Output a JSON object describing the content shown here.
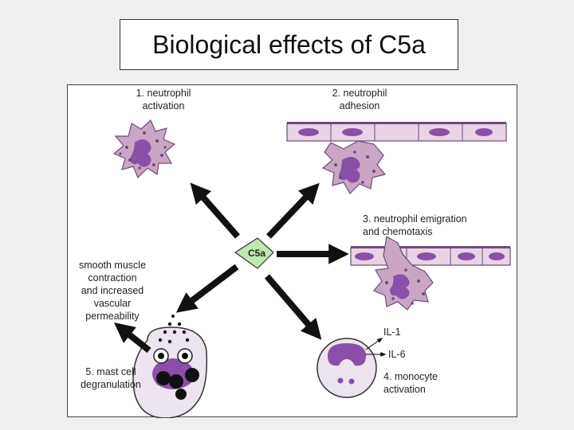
{
  "slide": {
    "title": "Biological effects of C5a"
  },
  "diagram": {
    "center_label": "C5a",
    "effects": {
      "e1_line1": "1. neutrophil",
      "e1_line2": "activation",
      "e2_line1": "2. neutrophil",
      "e2_line2": "adhesion",
      "e3_line1": "3. neutrophil emigration",
      "e3_line2": "and chemotaxis",
      "e4_line1": "4. monocyte",
      "e4_line2": "activation",
      "e5_line1": "5. mast cell",
      "e5_line2": "degranulation",
      "smooth_line1": "smooth muscle",
      "smooth_line2": "contraction",
      "smooth_line3": "and increased",
      "smooth_line4": "vascular",
      "smooth_line5": "permeability",
      "il1": "IL-1",
      "il6": "IL-6"
    },
    "colors": {
      "neutrophil_body": "#c9a7c4",
      "nucleus": "#8a4fa6",
      "granule": "#6e4a78",
      "endothelium": "#c9a7c4",
      "center_badge": "#bfe7b0",
      "arrow": "#111111"
    }
  }
}
